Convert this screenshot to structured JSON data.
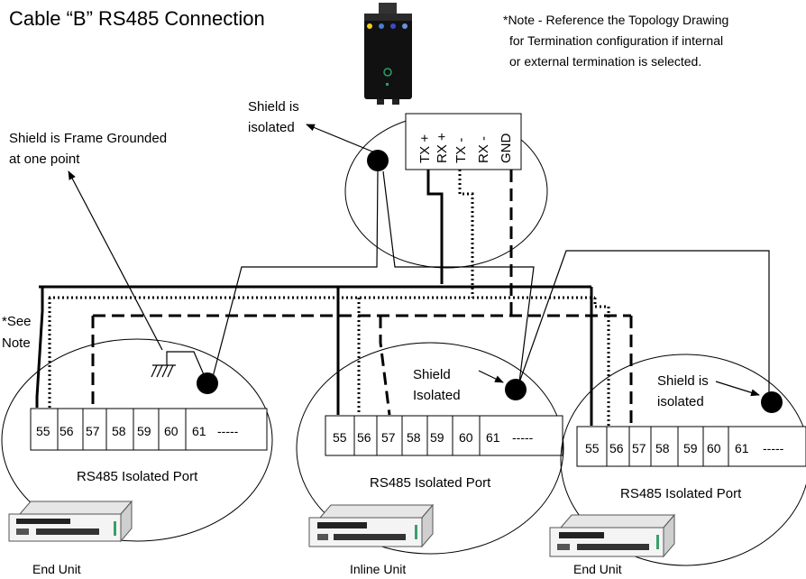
{
  "title": "Cable “B” RS485 Connection",
  "note_lines": [
    "*Note - Reference the Topology Drawing",
    "for Termination configuration if internal",
    "or external termination is selected."
  ],
  "gateway": {
    "pins": [
      "TX +",
      "RX +",
      "TX -",
      "RX -",
      "GND"
    ],
    "shield_label_lines": [
      "Shield is",
      "isolated"
    ]
  },
  "frame_ground_label_lines": [
    "Shield is Frame Grounded",
    "at one point"
  ],
  "see_note_lines": [
    "*See",
    "Note"
  ],
  "units": [
    {
      "name": "End Unit",
      "port_label": "RS485 Isolated Port",
      "terminals": [
        "55",
        "56",
        "57",
        "58",
        "59",
        "60",
        "61",
        "-----"
      ]
    },
    {
      "name": "Inline Unit",
      "port_label": "RS485 Isolated Port",
      "shield_label_lines": [
        "Shield",
        "Isolated"
      ],
      "terminals": [
        "55",
        "56",
        "57",
        "58",
        "59",
        "60",
        "61",
        "-----"
      ]
    },
    {
      "name": "End Unit",
      "port_label": "RS485 Isolated Port",
      "shield_label_lines": [
        "Shield is",
        "isolated"
      ],
      "terminals": [
        "55",
        "56",
        "57",
        "58",
        "59",
        "60",
        "61",
        "-----"
      ]
    }
  ]
}
